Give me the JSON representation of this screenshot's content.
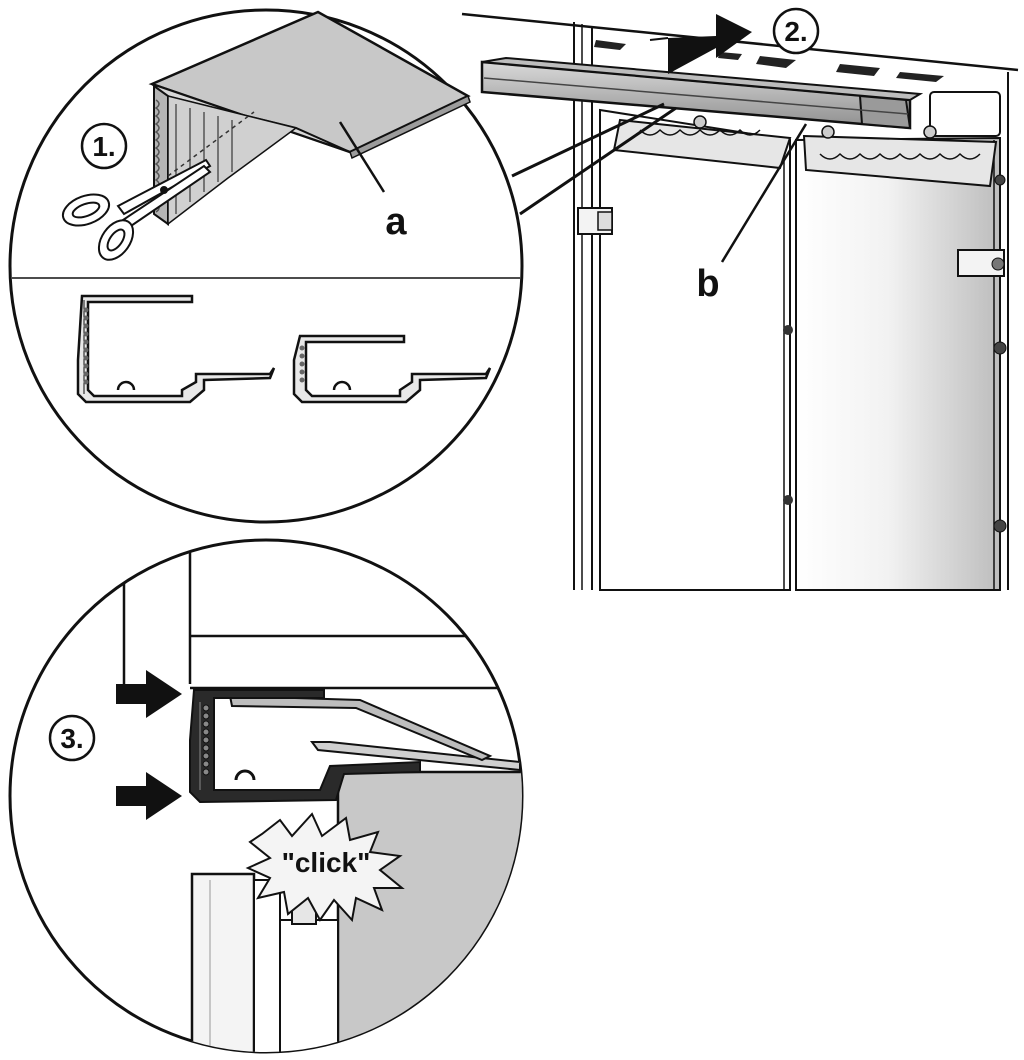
{
  "steps": {
    "step1": "1.",
    "step2": "2.",
    "step3": "3."
  },
  "labels": {
    "part_a": "a",
    "part_b": "b"
  },
  "callout": {
    "sound": "\"click\""
  },
  "colors": {
    "outline": "#111111",
    "panel_gray": "#c8c8c8",
    "light_gray": "#e6e6e6",
    "dark_gray": "#555555",
    "background": "#ffffff"
  },
  "icons": [
    "scissors-icon",
    "push-arrow-icon",
    "slide-arrow-icon",
    "click-burst-icon"
  ]
}
